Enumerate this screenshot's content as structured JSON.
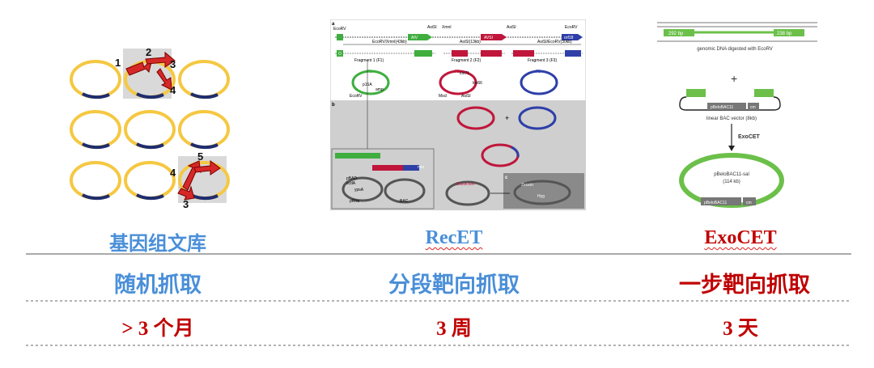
{
  "columns": [
    {
      "title": "基因组文库",
      "method": "随机抓取",
      "time": "> 3 个月"
    },
    {
      "title": "RecET",
      "method": "分段靶向抓取",
      "time": "3 周"
    },
    {
      "title": "ExoCET",
      "method": "一步靶向抓取",
      "time": "3 天"
    }
  ],
  "library_panel": {
    "arrow_numbers": [
      "1",
      "2",
      "3",
      "4",
      "4",
      "5",
      "3"
    ]
  },
  "recet_panel": {
    "panel_labels": [
      "a",
      "b",
      "c"
    ],
    "top_labels": [
      "EcoRV",
      "AsiSI",
      "XmnI",
      "AsiSI",
      "EcoRV"
    ],
    "gene_labels": [
      "AIV",
      "AVSI",
      "orf18",
      "O"
    ],
    "sizes": [
      "EcoRV/XmnI(43kb)",
      "AsiSI(13kb)",
      "AsiSI/EcoRV(30kb)"
    ],
    "fragments": [
      "Fragment 1 (F1)",
      "Fragment 2 (F2)",
      "Fragment 3 (F3)"
    ],
    "plasmid_labels": [
      "F1",
      "F2",
      "F3",
      "p15A",
      "amp",
      "lox71",
      "lox66",
      "EcoRV",
      "MscI",
      "AsiSI"
    ],
    "bottom_labels": [
      "pBAD",
      "ccdA",
      "pRha",
      "ypsA",
      "BAC",
      "neo",
      "Blasticidin",
      "Zeocin",
      "Hyg"
    ]
  },
  "exocet_panel": {
    "bp_left": "292 bp",
    "bp_right": "238 bp",
    "genomic_caption": "genomic DNA digested with EcoRV",
    "plus": "+",
    "vector_label": "pBeloBAC11",
    "cm_label": "cm",
    "linear_caption": "linear BAC vector (8kb)",
    "method_label": "ExoCET",
    "circle_label": "pBeloBAC11-sal",
    "circle_size": "(114 kb)"
  }
}
